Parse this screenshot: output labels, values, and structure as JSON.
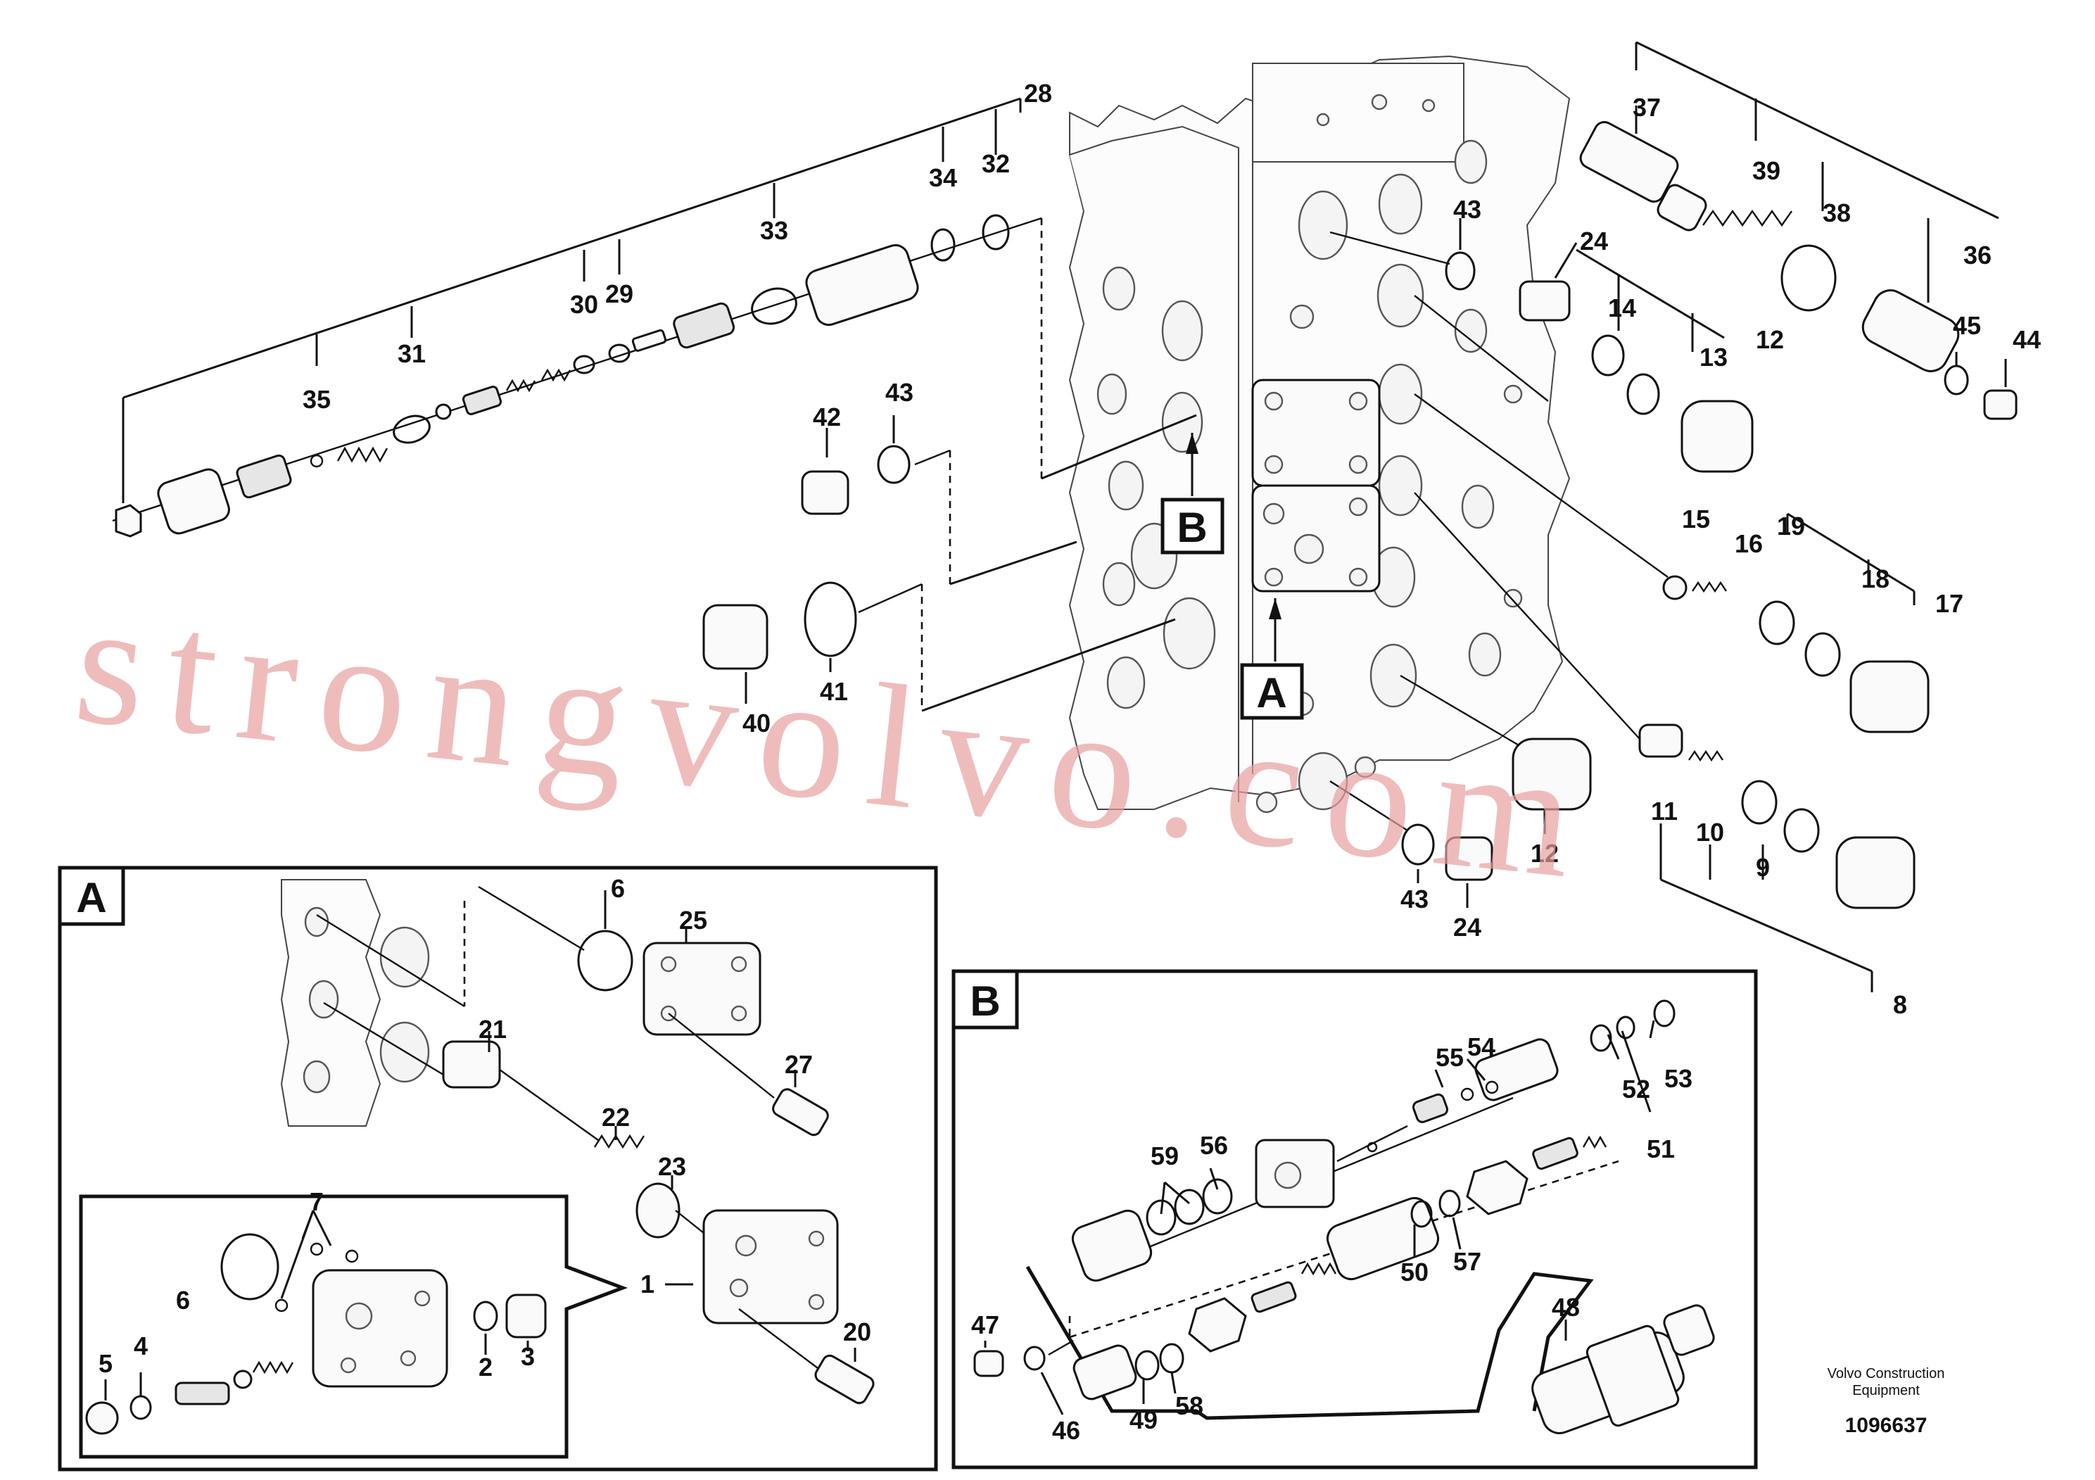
{
  "watermark": "strongvolvo.com",
  "publisher": {
    "line1": "Volvo Construction",
    "line2": "Equipment"
  },
  "drawing_number": "1096637",
  "detail_tags": {
    "a": "A",
    "b": "B"
  },
  "callouts": {
    "c28": "28",
    "c34": "34",
    "c32": "32",
    "c33": "33",
    "c30": "30",
    "c29": "29",
    "c31": "31",
    "c35": "35",
    "c42": "42",
    "c43a": "43",
    "c40": "40",
    "c41": "41",
    "c37": "37",
    "c39": "39",
    "c38": "38",
    "c36": "36",
    "c43b": "43",
    "c24a": "24",
    "c14": "14",
    "c13": "13",
    "c12a": "12",
    "c45": "45",
    "c44": "44",
    "c15": "15",
    "c16": "16",
    "c19": "19",
    "c18": "18",
    "c17": "17",
    "c11": "11",
    "c10": "10",
    "c9": "9",
    "c8": "8",
    "c12b": "12",
    "c43c": "43",
    "c24b": "24",
    "a6a": "6",
    "a25": "25",
    "a21": "21",
    "a27": "27",
    "a22": "22",
    "a23": "23",
    "a7": "7",
    "a6b": "6",
    "a5": "5",
    "a4": "4",
    "a2": "2",
    "a3": "3",
    "a1": "1",
    "a20": "20",
    "b55": "55",
    "b54": "54",
    "b52": "52",
    "b53": "53",
    "b51": "51",
    "b59": "59",
    "b56": "56",
    "b50": "50",
    "b57": "57",
    "b47": "47",
    "b49": "49",
    "b58": "58",
    "b46": "46",
    "b48": "48"
  }
}
